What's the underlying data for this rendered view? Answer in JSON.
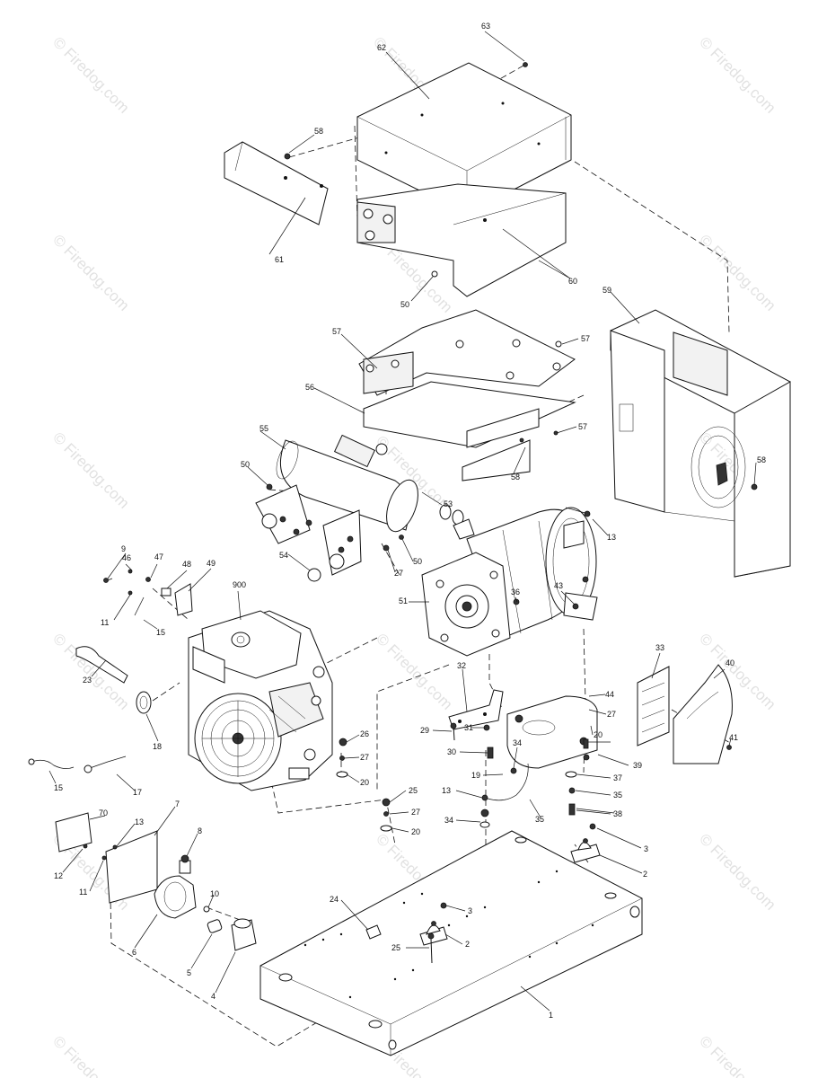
{
  "watermark": "© Firedog.com",
  "callouts": [
    {
      "id": "c63",
      "text": "63"
    },
    {
      "id": "c62",
      "text": "62"
    },
    {
      "id": "c58a",
      "text": "58"
    },
    {
      "id": "c61",
      "text": "61"
    },
    {
      "id": "c60",
      "text": "60"
    },
    {
      "id": "c50a",
      "text": "50"
    },
    {
      "id": "c59",
      "text": "59"
    },
    {
      "id": "c57a",
      "text": "57"
    },
    {
      "id": "c57b",
      "text": "57"
    },
    {
      "id": "c57c",
      "text": "57"
    },
    {
      "id": "c56",
      "text": "56"
    },
    {
      "id": "c58b",
      "text": "58"
    },
    {
      "id": "c55",
      "text": "55"
    },
    {
      "id": "c50b",
      "text": "50"
    },
    {
      "id": "c53",
      "text": "53"
    },
    {
      "id": "c58c",
      "text": "58"
    },
    {
      "id": "c13a",
      "text": "13"
    },
    {
      "id": "c50c",
      "text": "50"
    },
    {
      "id": "c27a",
      "text": "27"
    },
    {
      "id": "c54",
      "text": "54"
    },
    {
      "id": "c9",
      "text": "9"
    },
    {
      "id": "c46",
      "text": "46"
    },
    {
      "id": "c47",
      "text": "47"
    },
    {
      "id": "c48",
      "text": "48"
    },
    {
      "id": "c49",
      "text": "49"
    },
    {
      "id": "c11a",
      "text": "11"
    },
    {
      "id": "c15a",
      "text": "15"
    },
    {
      "id": "c900",
      "text": "900"
    },
    {
      "id": "c51",
      "text": "51"
    },
    {
      "id": "c36",
      "text": "36"
    },
    {
      "id": "c43",
      "text": "43"
    },
    {
      "id": "c23",
      "text": "23"
    },
    {
      "id": "c18",
      "text": "18"
    },
    {
      "id": "c32",
      "text": "32"
    },
    {
      "id": "c33",
      "text": "33"
    },
    {
      "id": "c40",
      "text": "40"
    },
    {
      "id": "c44",
      "text": "44"
    },
    {
      "id": "c27b",
      "text": "27"
    },
    {
      "id": "c41",
      "text": "41"
    },
    {
      "id": "c29",
      "text": "29"
    },
    {
      "id": "c31",
      "text": "31"
    },
    {
      "id": "c20a",
      "text": "20"
    },
    {
      "id": "c26",
      "text": "26"
    },
    {
      "id": "c30",
      "text": "30"
    },
    {
      "id": "c34a",
      "text": "34"
    },
    {
      "id": "c39",
      "text": "39"
    },
    {
      "id": "c27c",
      "text": "27"
    },
    {
      "id": "c20b",
      "text": "20"
    },
    {
      "id": "c19",
      "text": "19"
    },
    {
      "id": "c37",
      "text": "37"
    },
    {
      "id": "c15b",
      "text": "15"
    },
    {
      "id": "c17",
      "text": "17"
    },
    {
      "id": "c35a",
      "text": "35"
    },
    {
      "id": "c25a",
      "text": "25"
    },
    {
      "id": "c13b",
      "text": "13"
    },
    {
      "id": "c27d",
      "text": "27"
    },
    {
      "id": "c38",
      "text": "38"
    },
    {
      "id": "c35b",
      "text": "35"
    },
    {
      "id": "c20c",
      "text": "20"
    },
    {
      "id": "c34b",
      "text": "34"
    },
    {
      "id": "c7",
      "text": "7"
    },
    {
      "id": "c70",
      "text": "70"
    },
    {
      "id": "c13c",
      "text": "13"
    },
    {
      "id": "c8",
      "text": "8"
    },
    {
      "id": "c3a",
      "text": "3"
    },
    {
      "id": "c2a",
      "text": "2"
    },
    {
      "id": "c12",
      "text": "12"
    },
    {
      "id": "c11b",
      "text": "11"
    },
    {
      "id": "c10",
      "text": "10"
    },
    {
      "id": "c24",
      "text": "24"
    },
    {
      "id": "c3b",
      "text": "3"
    },
    {
      "id": "c6",
      "text": "6"
    },
    {
      "id": "c2b",
      "text": "2"
    },
    {
      "id": "c5",
      "text": "5"
    },
    {
      "id": "c25b",
      "text": "25"
    },
    {
      "id": "c4",
      "text": "4"
    },
    {
      "id": "c1",
      "text": "1"
    }
  ]
}
